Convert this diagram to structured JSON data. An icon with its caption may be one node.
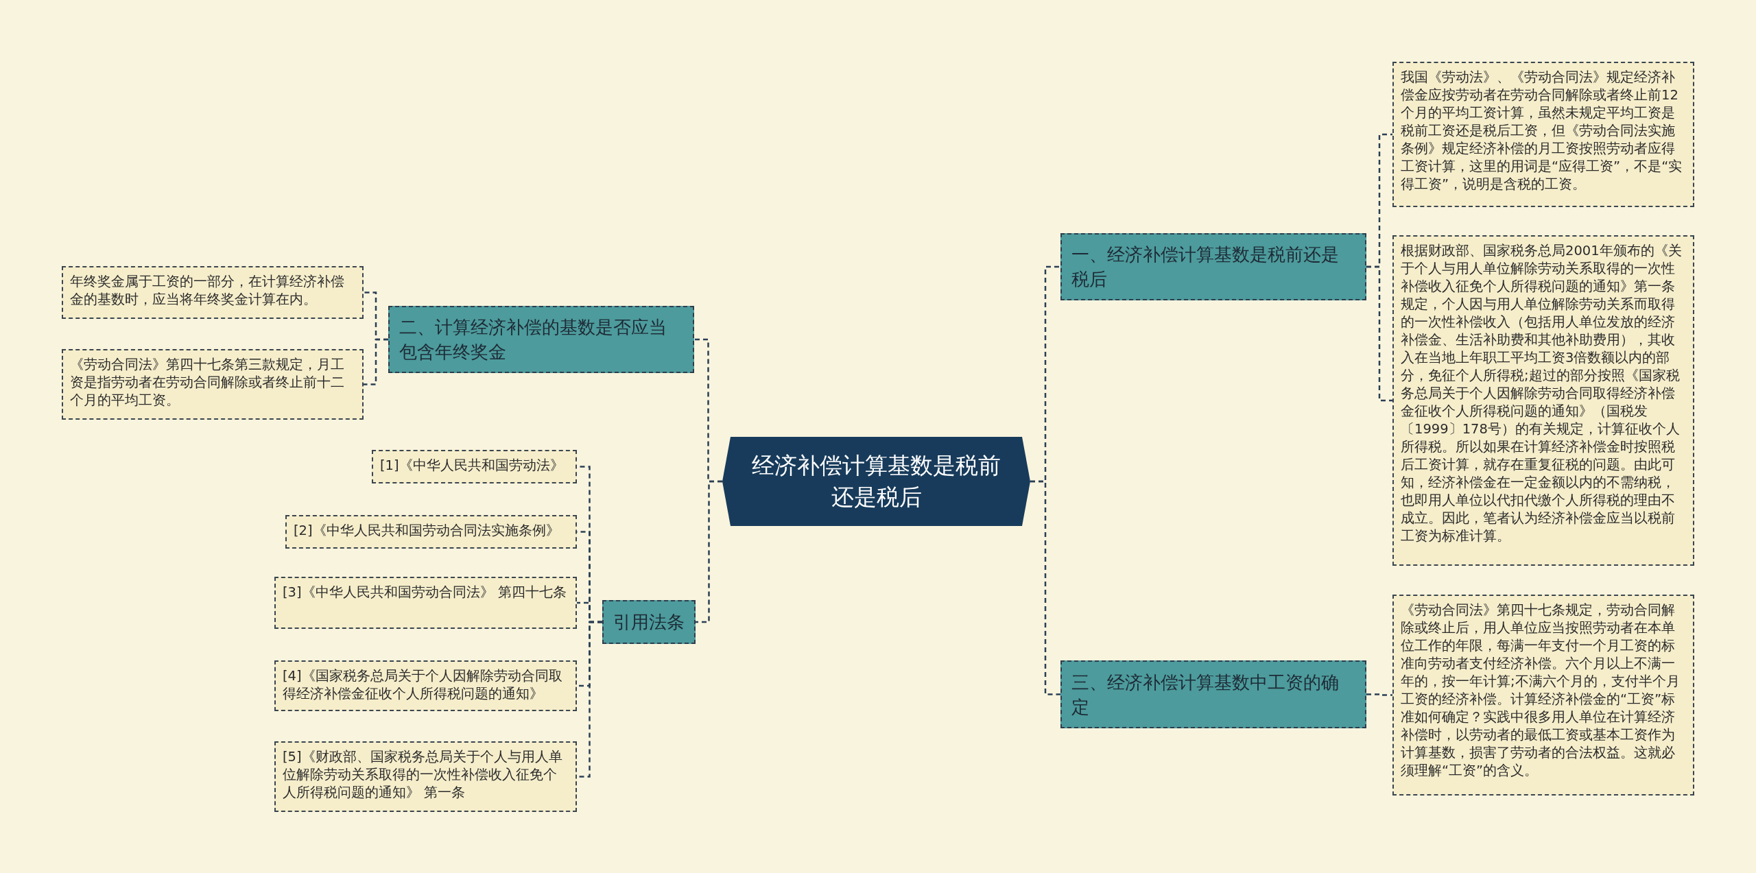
{
  "diagram": {
    "nodes": [
      {
        "text": [
          "经济补偿计算基数是税前还是税后"
        ]
      },
      {
        "text": [
          "一、经济补偿计算基数是税前还是税后"
        ]
      },
      {
        "text": [
          "我国《劳动法》、《劳动合同法》规定经济补偿金应按劳动者在劳动合同解除或者终止前12个月的平均工资计算，虽然未规定平均工资是税前工资还是税后工资，但《劳动合同法实施条例》规定经济补偿的月工资按照劳动者应得工资计算，这里的用词是“应得工资”，不是“实得工资”，说明是含税的工资。"
        ]
      },
      {
        "text": [
          "根据财政部、国家税务总局2001年颁布的《关于个人与用人单位解除劳动关系取得的一次性补偿收入征免个人所得税问题的通知》第一条规定，个人因与用人单位解除劳动关系而取得的一次性补偿收入（包括用人单位发放的经济补偿金、生活补助费和其他补助费用），其收入在当地上年职工平均工资3倍数额以内的部分，免征个人所得税;超过的部分按照《国家税务总局关于个人因解除劳动合同取得经济补偿金征收个人所得税问题的通知》（国税发〔1999〕178号）的有关规定，计算征收个人所得税。所以如果在计算经济补偿金时按照税后工资计算，就存在重复征税的问题。由此可知，经济补偿金在一定金额以内的不需纳税，也即用人单位以代扣代缴个人所得税的理由不成立。因此，笔者认为经济补偿金应当以税前工资为标准计算。"
        ]
      },
      {
        "text": [
          "三、经济补偿计算基数中工资的确定"
        ]
      },
      {
        "text": [
          "《劳动合同法》第四十七条规定，劳动合同解除或终止后，用人单位应当按照劳动者在本单位工作的年限，每满一年支付一个月工资的标准向劳动者支付经济补偿。六个月以上不满一年的，按一年计算;不满六个月的，支付半个月工资的经济补偿。计算经济补偿金的“工资”标准如何确定？实践中很多用人单位在计算经济补偿时，以劳动者的最低工资或基本工资作为计算基数，损害了劳动者的合法权益。这就必须理解“工资”的含义。"
        ]
      },
      {
        "text": [
          "二、计算经济补偿的基数是否应当包含年终奖金"
        ]
      },
      {
        "text": [
          "年终奖金属于工资的一部分，在计算经济补偿金的基数时，应当将年终奖金计算在内。"
        ]
      },
      {
        "text": [
          "《劳动合同法》第四十七条第三款规定，月工资是指劳动者在劳动合同解除或者终止前十二个月的平均工资。"
        ]
      },
      {
        "text": [
          "引用法条"
        ]
      },
      {
        "text": [
          "[1]《中华人民共和国劳动法》"
        ]
      },
      {
        "text": [
          "[2]《中华人民共和国劳动合同法实施条例》"
        ]
      },
      {
        "text": [
          "[3]《中华人民共和国劳动合同法》 第四十七条"
        ]
      },
      {
        "text": [
          "[4]《国家税务总局关于个人因解除劳动合同取得经济补偿金征收个人所得税问题的通知》"
        ]
      },
      {
        "text": [
          "[5]《财政部、国家税务总局关于个人与用人单位解除劳动关系取得的一次性补偿收入征免个人所得税问题的通知》 第一条"
        ]
      }
    ],
    "edges": [
      {
        "from": 0,
        "to": 1,
        "arrow": "none"
      },
      {
        "from": 1,
        "to": 2,
        "arrow": "none"
      },
      {
        "from": 1,
        "to": 3,
        "arrow": "none"
      },
      {
        "from": 0,
        "to": 4,
        "arrow": "none"
      },
      {
        "from": 4,
        "to": 5,
        "arrow": "none"
      },
      {
        "from": 0,
        "to": 6,
        "arrow": "none"
      },
      {
        "from": 6,
        "to": 7,
        "arrow": "none"
      },
      {
        "from": 6,
        "to": 8,
        "arrow": "none"
      },
      {
        "from": 0,
        "to": 9,
        "arrow": "none"
      },
      {
        "from": 9,
        "to": 10,
        "arrow": "none"
      },
      {
        "from": 9,
        "to": 11,
        "arrow": "none"
      },
      {
        "from": 9,
        "to": 12,
        "arrow": "none"
      },
      {
        "from": 9,
        "to": 13,
        "arrow": "none"
      },
      {
        "from": 9,
        "to": 14,
        "arrow": "none"
      }
    ]
  }
}
